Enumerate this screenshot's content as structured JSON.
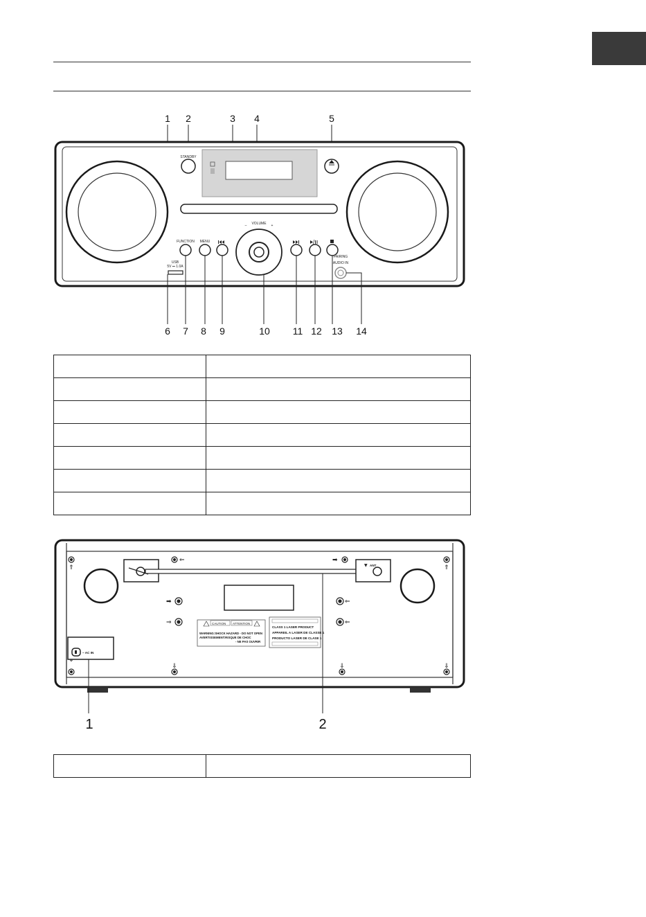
{
  "tab_marker_color": "#3a3a3a",
  "front_figure": {
    "callouts": [
      "1",
      "2",
      "3",
      "4",
      "5",
      "6",
      "7",
      "8",
      "9",
      "10",
      "11",
      "12",
      "13",
      "14"
    ],
    "panel_labels": {
      "standby": "STANDBY",
      "function": "FUNCTION",
      "menu": "MENU",
      "volume": "VOLUME",
      "vol_minus": "–",
      "vol_plus": "+",
      "usb": "USB",
      "usb_rating": "5V ⎓ 1.0A",
      "pairing": "PAIRING",
      "audio_in": "AUDIO IN"
    },
    "icons": [
      "eject-icon",
      "skip-back-icon",
      "skip-forward-icon",
      "play-pause-icon",
      "stop-icon"
    ]
  },
  "front_table": {
    "rows": [
      [
        "",
        ""
      ],
      [
        "",
        ""
      ],
      [
        "",
        ""
      ],
      [
        "",
        ""
      ],
      [
        "",
        ""
      ],
      [
        "",
        ""
      ],
      [
        "",
        ""
      ]
    ]
  },
  "rear_figure": {
    "callouts": [
      "1",
      "2"
    ],
    "labels": {
      "ant": "ANT",
      "ac_in": "~ AC IN",
      "caution": "CAUTION",
      "attention": "ATTENTION",
      "warning": "WARNING:SHOCK HAZARD - DO NOT OPEN",
      "avertissement": "AVERTISSEMENT:RISQUE DE CHOC",
      "ne_pas": "- NE PAS OUVRIR",
      "laser1": "CLASS 1 LASER PRODUCT",
      "laser2": "APPAREIL A LASER DE CLASSE 1",
      "laser3": "PRODUCTO LASER DE CLASE 1"
    }
  },
  "rear_table": {
    "rows": [
      [
        "",
        ""
      ]
    ]
  }
}
